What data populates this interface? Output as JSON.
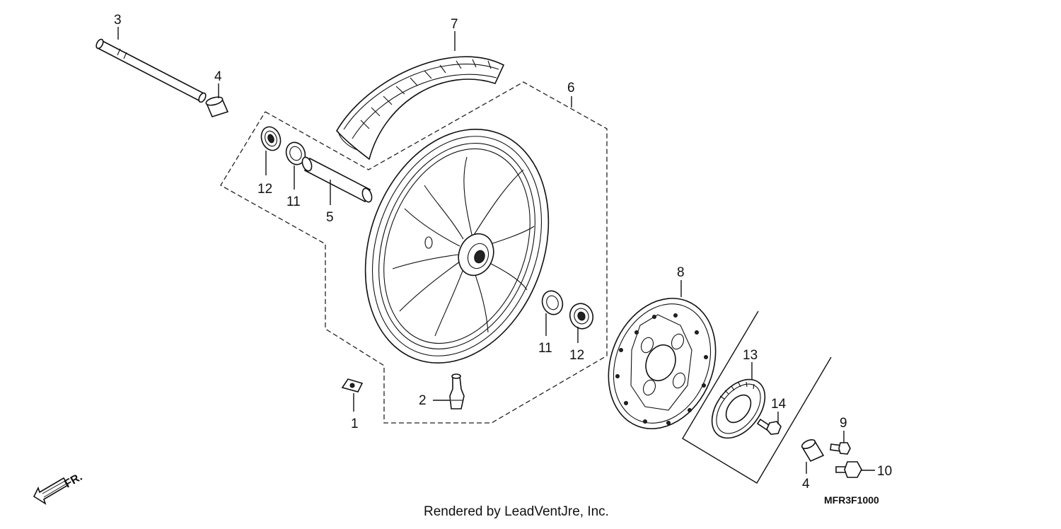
{
  "diagram": {
    "callouts": {
      "c1": "1",
      "c2": "2",
      "c3": "3",
      "c4a": "4",
      "c4b": "4",
      "c5": "5",
      "c6": "6",
      "c7": "7",
      "c8": "8",
      "c9": "9",
      "c10": "10",
      "c11a": "11",
      "c11b": "11",
      "c12a": "12",
      "c12b": "12",
      "c13": "13",
      "c14": "14"
    },
    "direction_label": "FR.",
    "credit": "Rendered by LeadVentJre, Inc.",
    "drawing_code": "MFR3F1000"
  }
}
